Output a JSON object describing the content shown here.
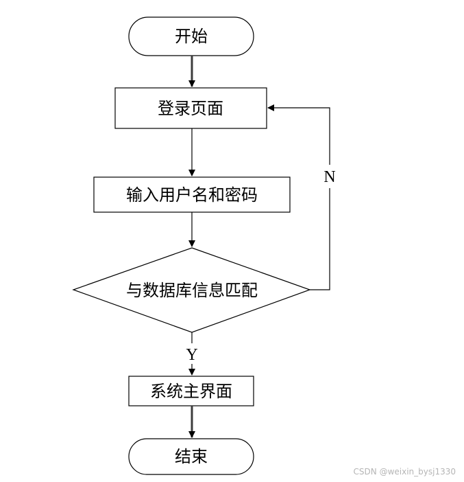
{
  "nodes": {
    "start": {
      "label": "开始"
    },
    "login_page": {
      "label": "登录页面"
    },
    "input_credentials": {
      "label": "输入用户名和密码"
    },
    "db_match": {
      "label": "与数据库信息匹配"
    },
    "main_ui": {
      "label": "系统主界面"
    },
    "end": {
      "label": "结束"
    }
  },
  "edges": {
    "no_label": "N",
    "yes_label": "Y"
  },
  "watermark": "CSDN @weixin_bysj1330",
  "colors": {
    "stroke": "#000000",
    "arrow_dark": "#3c3c3c",
    "background": "#ffffff"
  }
}
